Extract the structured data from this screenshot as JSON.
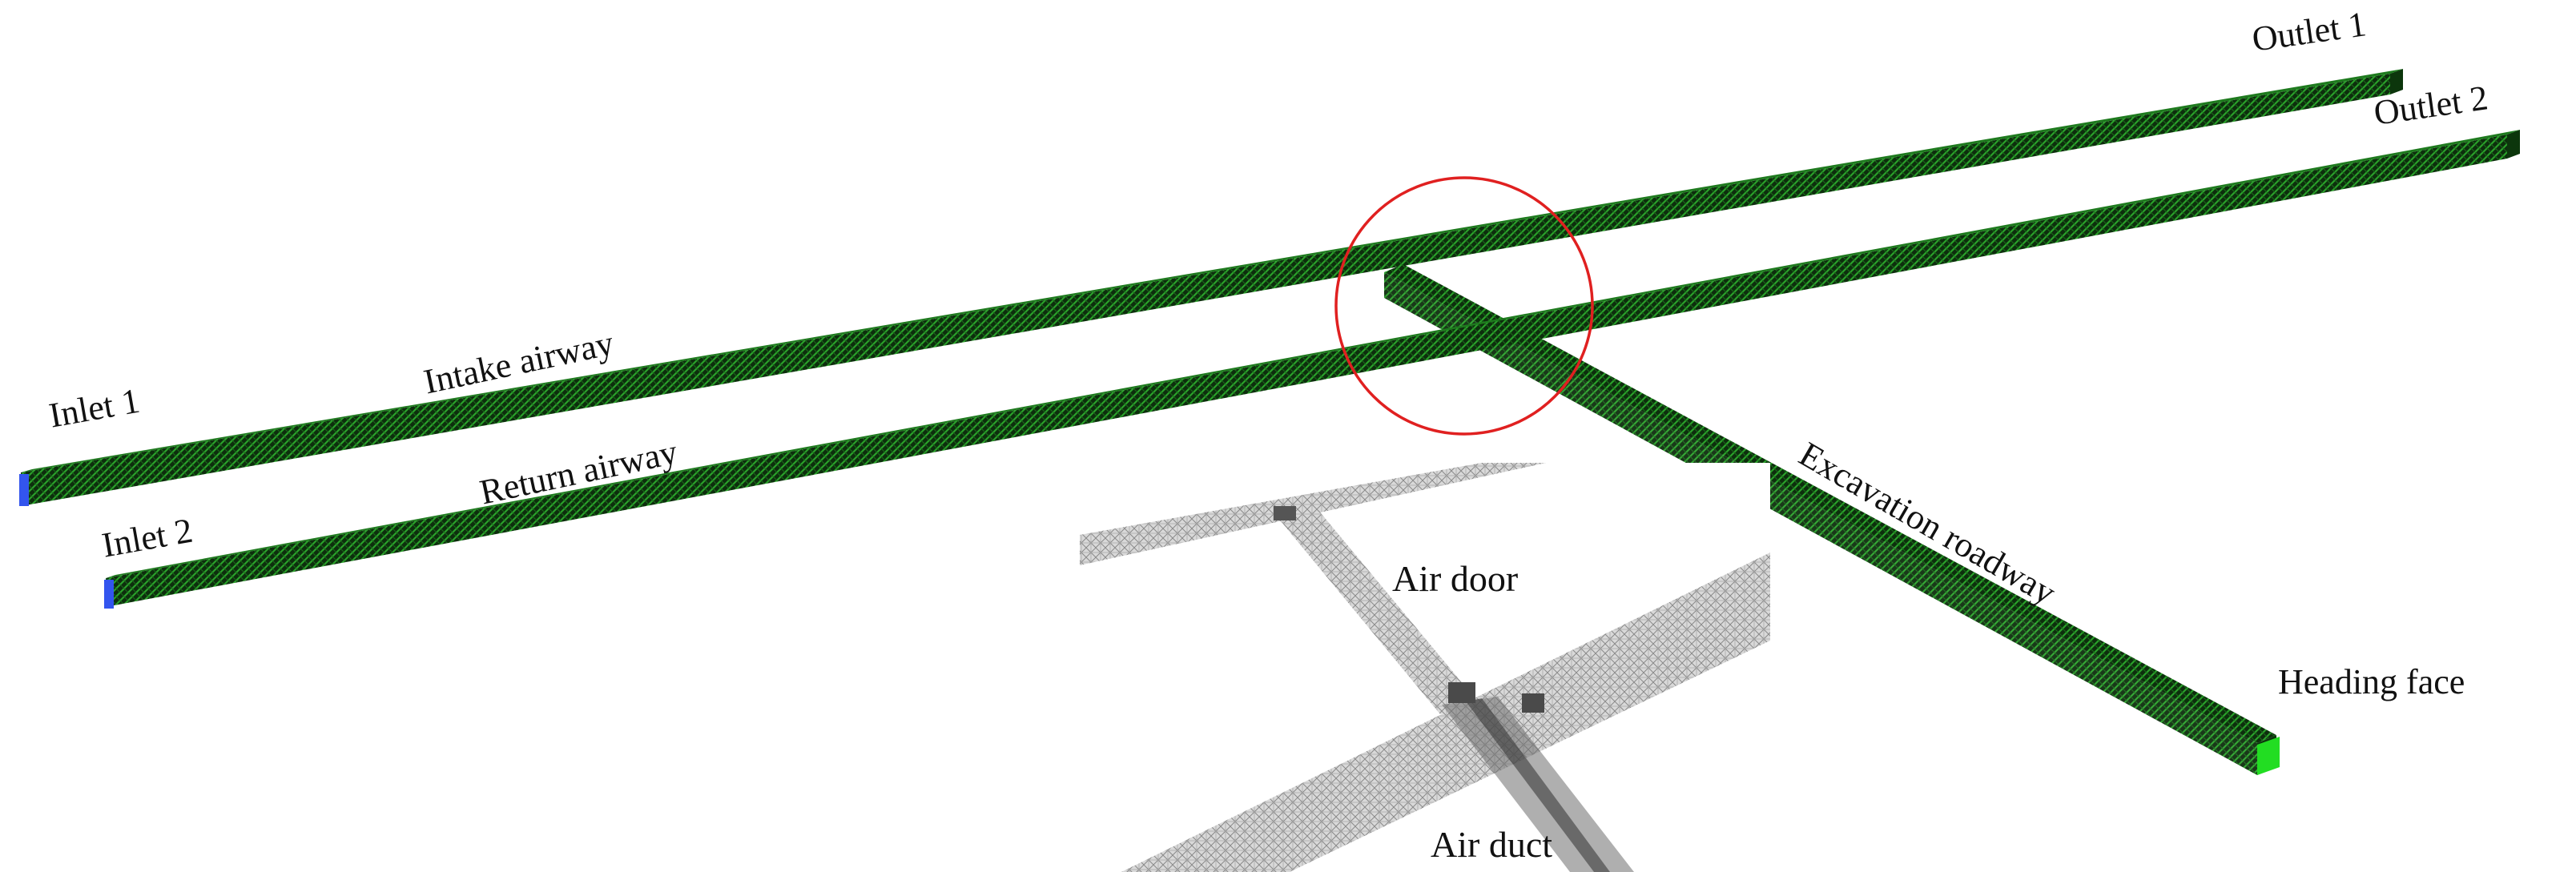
{
  "labels": {
    "outlet1": "Outlet 1",
    "outlet2": "Outlet 2",
    "inlet1": "Inlet 1",
    "inlet2": "Inlet 2",
    "intake": "Intake airway",
    "return": "Return airway",
    "excavation": "Excavation roadway",
    "heading": "Heading face"
  },
  "inset": {
    "air_door": "Air door",
    "air_duct": "Air duct"
  },
  "colors": {
    "mesh_green": "#1f8a1f",
    "mesh_dark": "#0c2a0c",
    "inlet_blue": "#3355ee",
    "heading_green": "#22dd22",
    "highlight_circle": "#e02020",
    "inset_mesh": "#9a9a9a"
  }
}
